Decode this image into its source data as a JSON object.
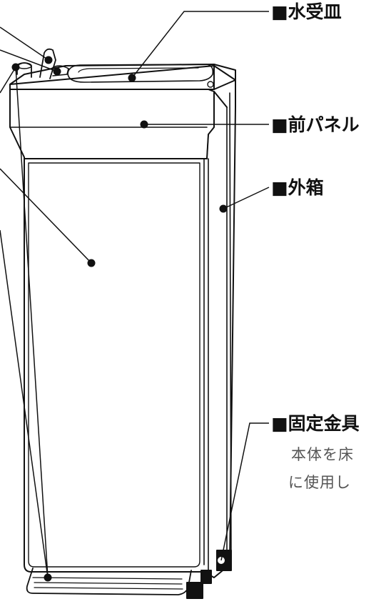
{
  "labels": {
    "drip_tray": "■水受皿",
    "front_panel": "■前パネル",
    "outer_case": "■外箱",
    "fixing_bracket": "■固定金具",
    "fixing_desc_line1": "本体を床",
    "fixing_desc_line2": "に使用し"
  },
  "colors": {
    "line": "#111111",
    "fill": "#ffffff",
    "description_text": "#555555"
  }
}
